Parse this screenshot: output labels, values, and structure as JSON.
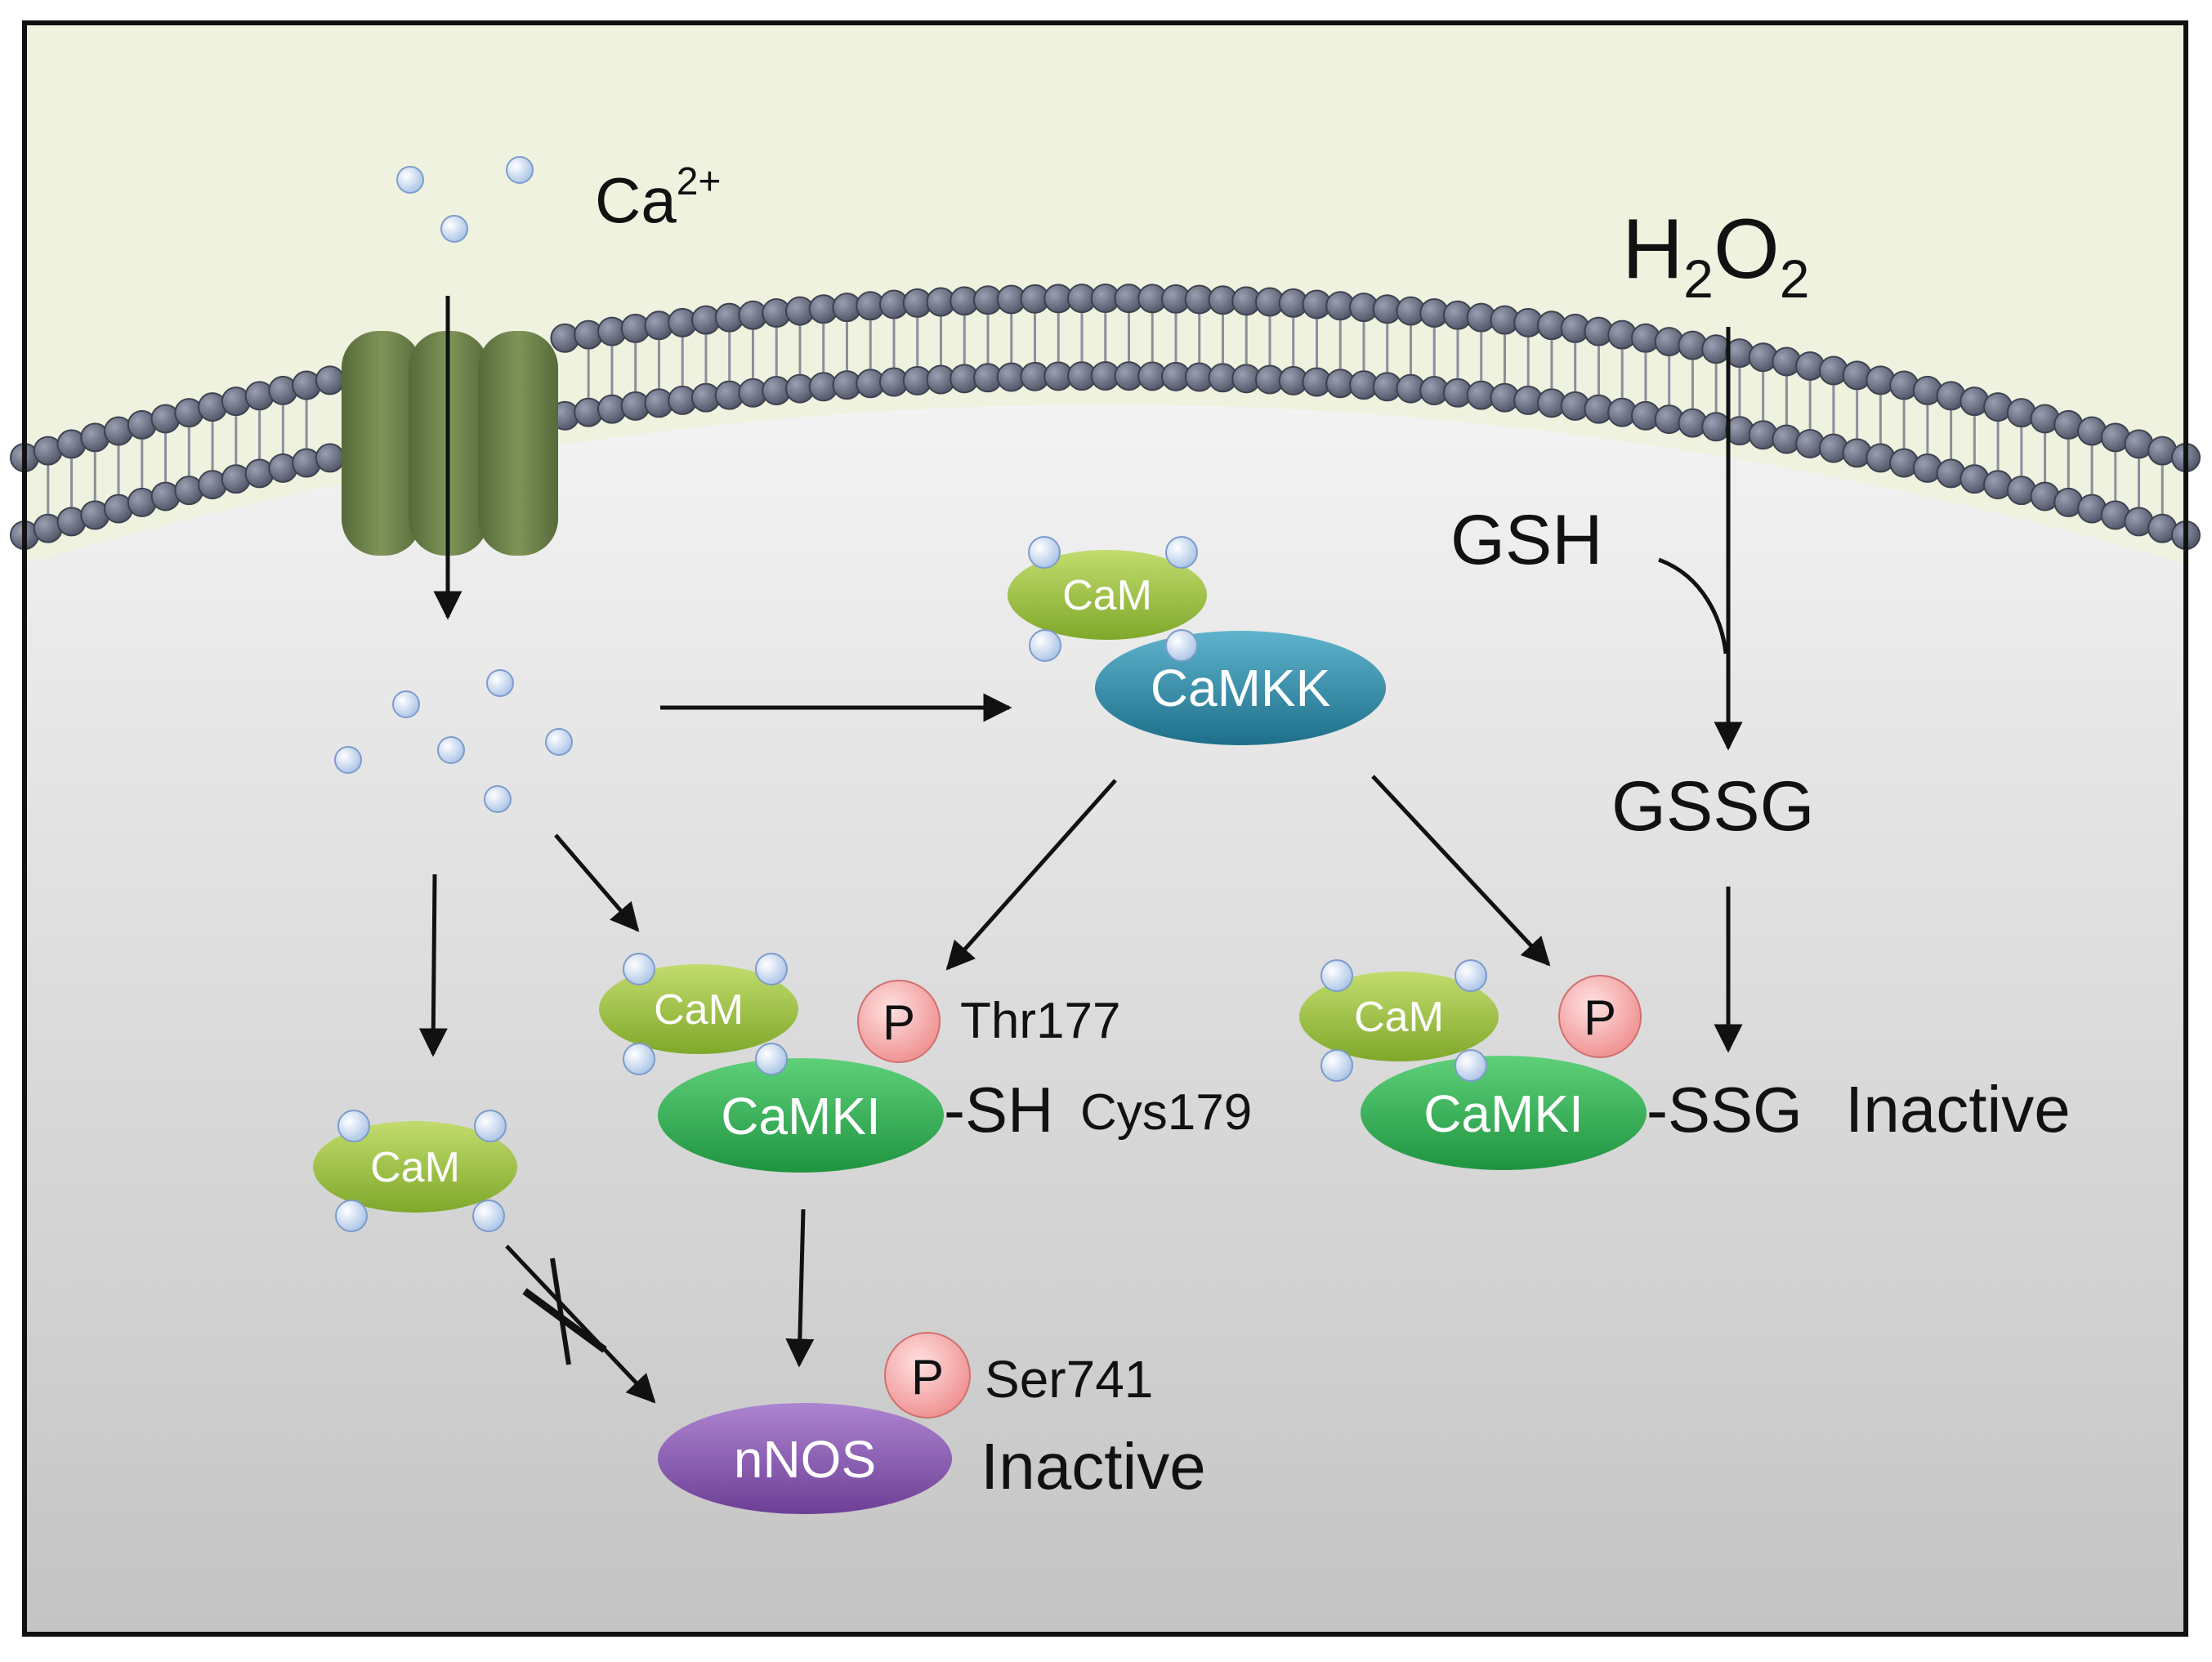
{
  "labels": {
    "calcium": "Ca",
    "calcium_charge": "2+",
    "h2o2_h": "H",
    "h2o2_sub1": "2",
    "h2o2_o": "O",
    "h2o2_sub2": "2",
    "gsh": "GSH",
    "gssg": "GSSG",
    "cam": "CaM",
    "camkk": "CaMKK",
    "camki": "CaMKI",
    "nnos": "nNOS",
    "phospho": "P",
    "thr177": "Thr177",
    "sh": "-SH",
    "cys179": "Cys179",
    "ssg": "-SSG",
    "inactive_camki": "Inactive",
    "ser741": "Ser741",
    "inactive_nnos": "Inactive"
  },
  "colors": {
    "extracellular": "#eef2de",
    "cytoplasm_top": "#eeeeee",
    "cytoplasm_bottom": "#c6c6c6",
    "lipid_head": "#6f7486",
    "channel": "#6b7f4c",
    "cam": "#94bd3e",
    "camkk": "#2f8aa6",
    "camki": "#2fae4f",
    "nnos": "#8a5bb0",
    "phospho": "#f4a5a5",
    "calcium_ion": "#c6d9f1"
  }
}
